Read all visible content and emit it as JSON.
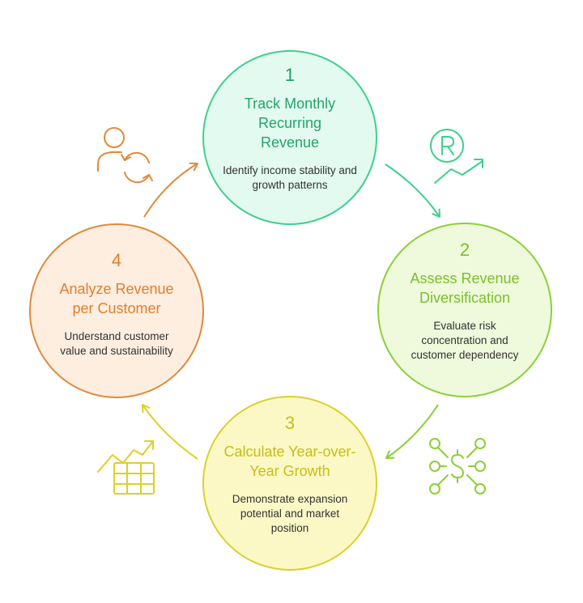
{
  "colors": {
    "step1": "#3ecf8e",
    "step1_fill": "#e2faef",
    "step2": "#8ccf3a",
    "step2_fill": "#eefadb",
    "step3": "#dcd02a",
    "step3_fill": "#fbf8c6",
    "step4": "#e08a3c",
    "step4_fill": "#fdeee0"
  },
  "steps": [
    {
      "number": "1",
      "title": "Track Monthly Recurring Revenue",
      "description": "Identify income stability and growth patterns",
      "icon": "recurring-revenue-growth-icon"
    },
    {
      "number": "2",
      "title": "Assess Revenue Diversification",
      "description": "Evaluate risk concentration and customer dependency",
      "icon": "revenue-distribution-network-icon"
    },
    {
      "number": "3",
      "title": "Calculate Year-over-Year Growth",
      "description": "Demonstrate expansion potential and market position",
      "icon": "growth-chart-table-icon"
    },
    {
      "number": "4",
      "title": "Analyze Revenue per Customer",
      "description": "Understand customer value and sustainability",
      "icon": "customer-cycle-icon"
    }
  ]
}
